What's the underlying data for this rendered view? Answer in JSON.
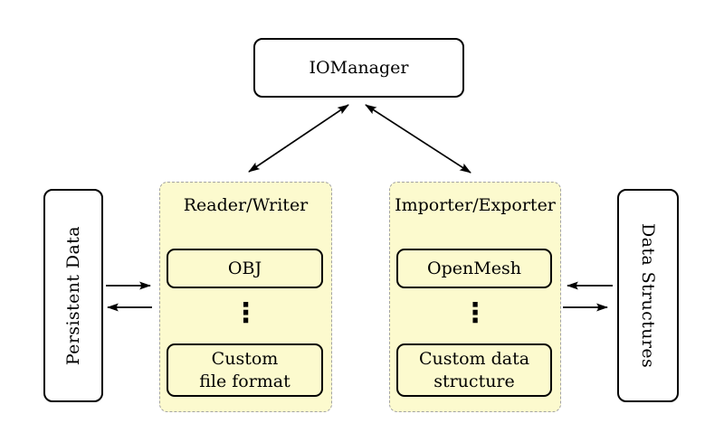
{
  "diagram": {
    "colors": {
      "group_fill": "#FCFACE",
      "group_border": "#A3A3A3",
      "node_fill": "#FFFFFF",
      "line": "#000000"
    },
    "iomanager": {
      "label": "IOManager"
    },
    "persistent_data": {
      "label": "Persistent Data"
    },
    "data_structures": {
      "label": "Data Structures"
    },
    "reader_writer": {
      "title": "Reader/Writer",
      "items": [
        {
          "label": "OBJ"
        },
        {
          "label": "⋮"
        },
        {
          "label": "Custom\nfile format"
        }
      ]
    },
    "importer_exporter": {
      "title": "Importer/Exporter",
      "items": [
        {
          "label": "OpenMesh"
        },
        {
          "label": "⋮"
        },
        {
          "label": "Custom data\nstructure"
        }
      ]
    },
    "arrows": [
      {
        "name": "iomanager-readerwriter",
        "type": "double"
      },
      {
        "name": "iomanager-importerexporter",
        "type": "double"
      },
      {
        "name": "persistentdata-to-readerwriter",
        "type": "single"
      },
      {
        "name": "readerwriter-to-persistentdata",
        "type": "single"
      },
      {
        "name": "datastructures-to-importerexporter",
        "type": "single"
      },
      {
        "name": "importerexporter-to-datastructures",
        "type": "single"
      }
    ]
  }
}
